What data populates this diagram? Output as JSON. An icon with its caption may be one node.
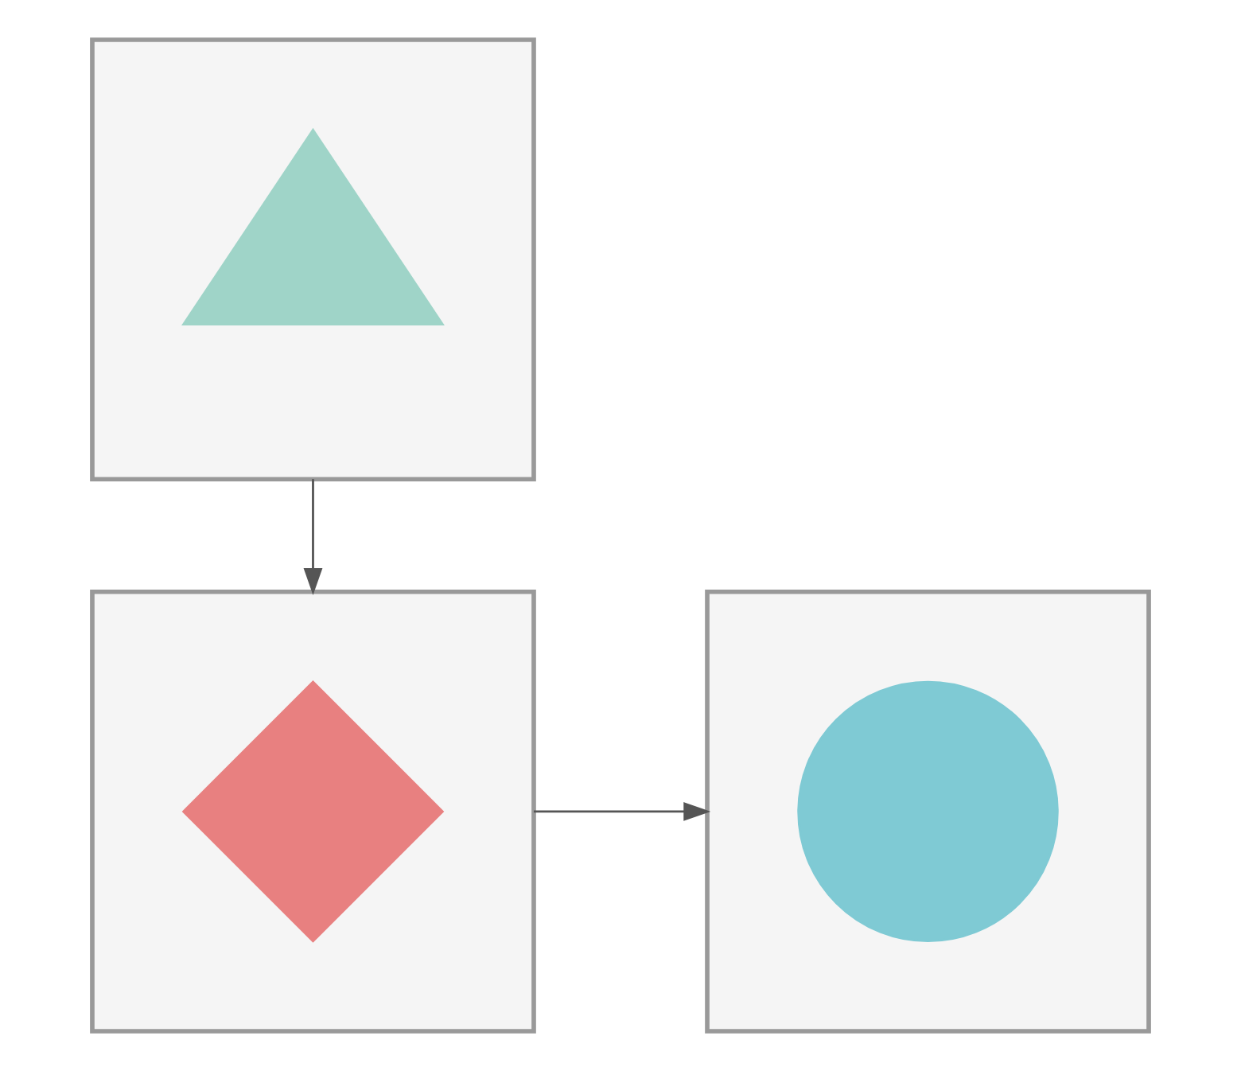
{
  "diagram": {
    "nodes": [
      {
        "text": [],
        "shape": "box"
      },
      {
        "text": [],
        "shape": "triangle",
        "in": 0
      },
      {
        "text": [],
        "shape": "box"
      },
      {
        "text": [],
        "shape": "diamond",
        "in": 2
      },
      {
        "text": [],
        "shape": "box"
      },
      {
        "text": [],
        "shape": "circle",
        "in": 4
      }
    ],
    "edges": [
      {
        "from": 0,
        "to": 2,
        "arrow": "to"
      },
      {
        "from": 2,
        "to": 4,
        "arrow": "to"
      }
    ]
  }
}
